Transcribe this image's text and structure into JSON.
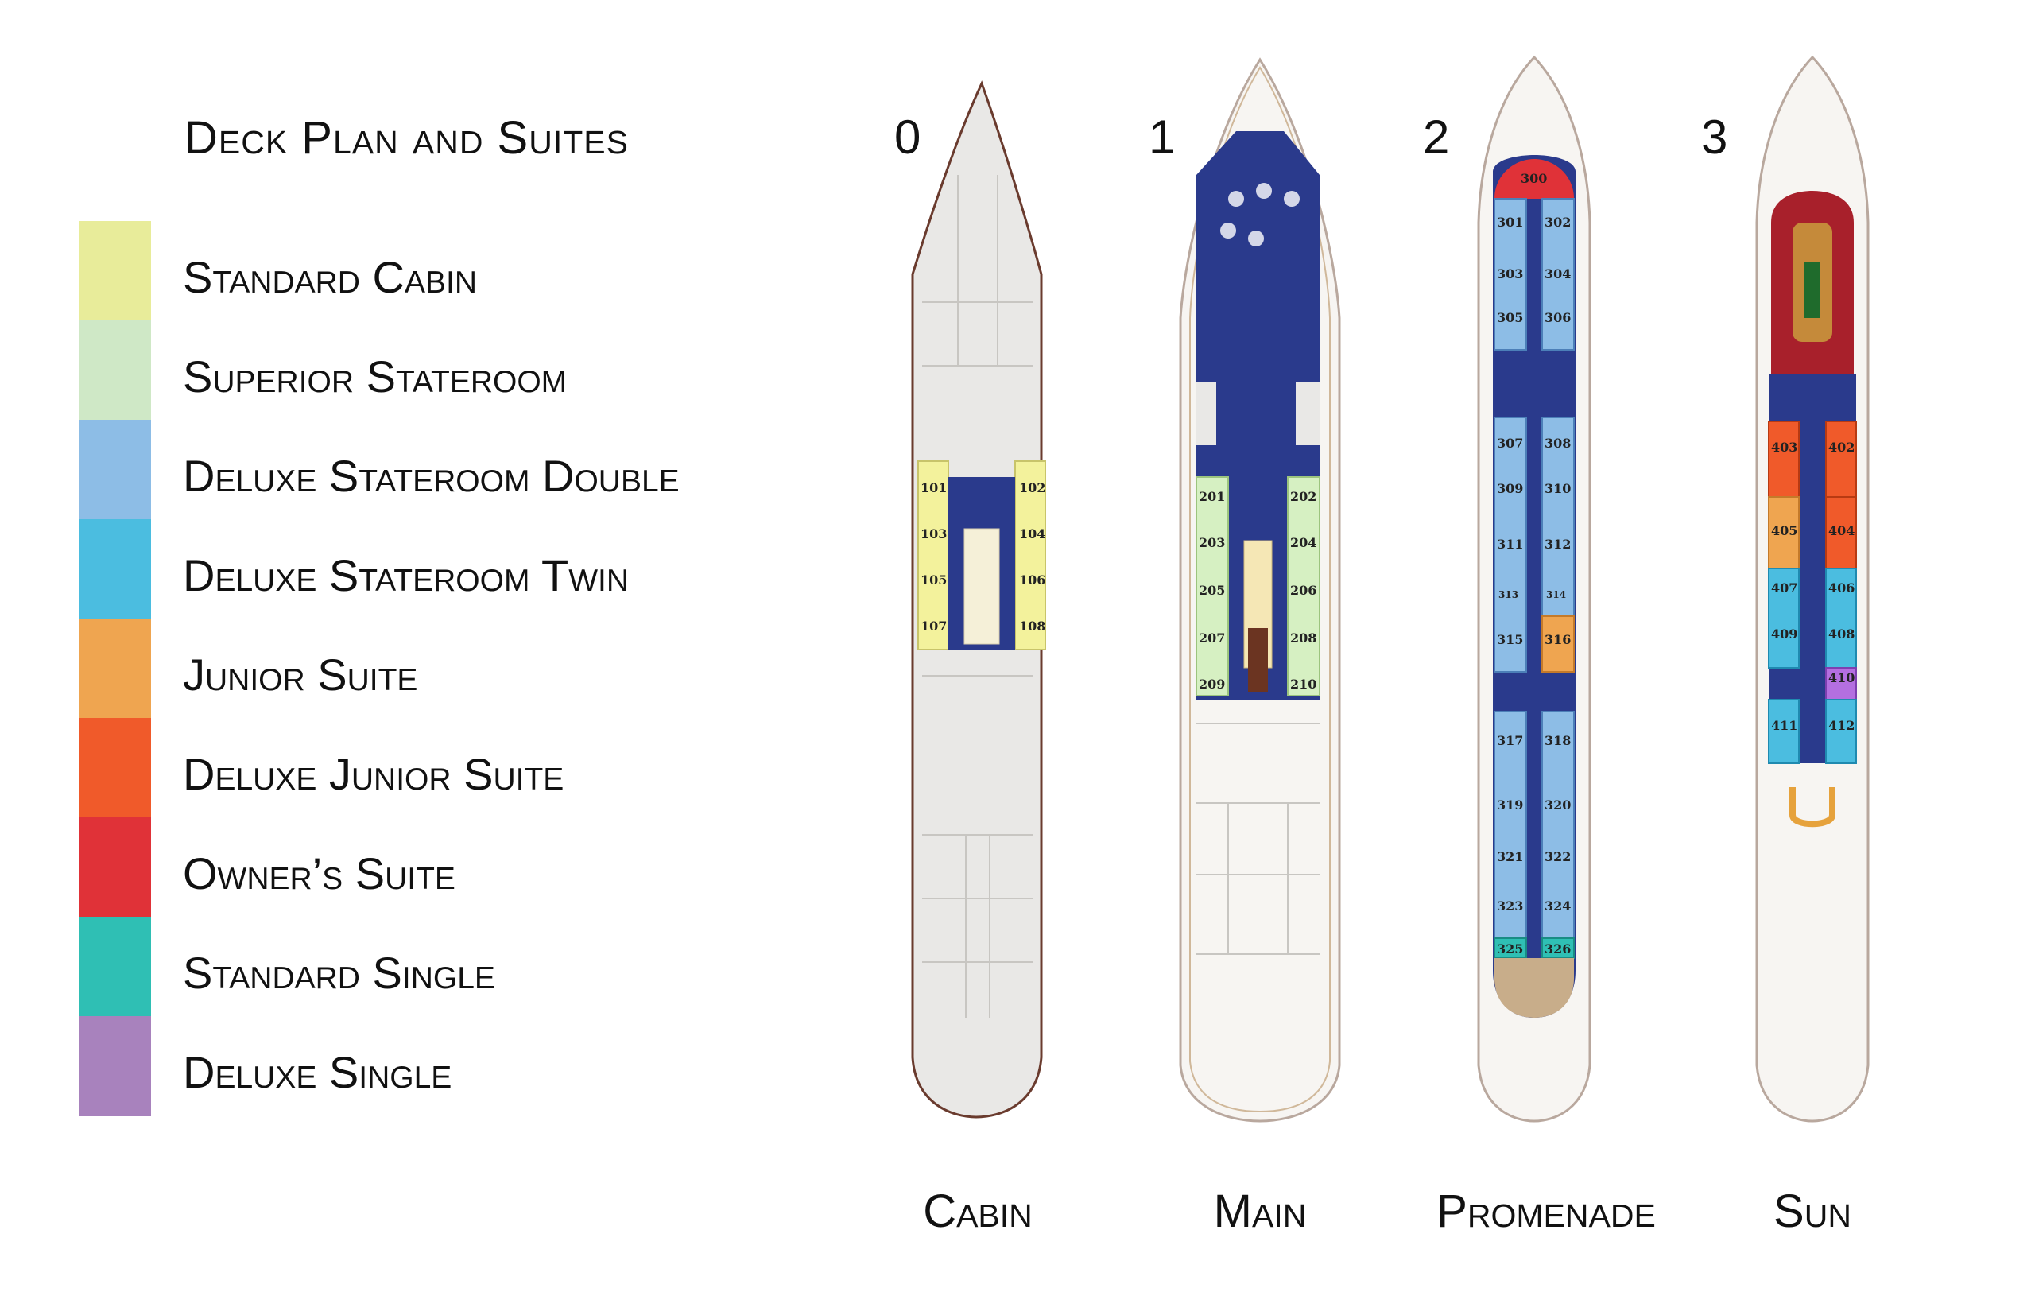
{
  "title": "Deck Plan and Suites",
  "legend": [
    {
      "label": "Standard Cabin",
      "color": "#e8ec9a"
    },
    {
      "label": "Superior Stateroom",
      "color": "#cfe8c6"
    },
    {
      "label": "Deluxe Stateroom Double",
      "color": "#8dbde6"
    },
    {
      "label": "Deluxe Stateroom Twin",
      "color": "#4bbde0"
    },
    {
      "label": "Junior Suite",
      "color": "#efa550"
    },
    {
      "label": "Deluxe Junior Suite",
      "color": "#f05a2a"
    },
    {
      "label": "Owner’s Suite",
      "color": "#e03238"
    },
    {
      "label": "Standard Single",
      "color": "#2fbfb4"
    },
    {
      "label": "Deluxe Single",
      "color": "#a882bd"
    }
  ],
  "decks": [
    {
      "number": "0",
      "name": "Cabin"
    },
    {
      "number": "1",
      "name": "Main"
    },
    {
      "number": "2",
      "name": "Promenade"
    },
    {
      "number": "3",
      "name": "Sun"
    }
  ],
  "cabins": {
    "deck0": [
      "101",
      "102",
      "103",
      "104",
      "105",
      "106",
      "107",
      "108"
    ],
    "deck1": [
      "201",
      "202",
      "203",
      "204",
      "205",
      "206",
      "207",
      "208",
      "209",
      "210"
    ],
    "deck2": [
      "300",
      "301",
      "302",
      "303",
      "304",
      "305",
      "306",
      "307",
      "308",
      "309",
      "310",
      "311",
      "312",
      "313",
      "314",
      "315",
      "316",
      "317",
      "318",
      "319",
      "320",
      "321",
      "322",
      "323",
      "324",
      "325",
      "326"
    ],
    "deck3": [
      "403",
      "402",
      "405",
      "404",
      "407",
      "406",
      "409",
      "408",
      "410",
      "411",
      "412"
    ]
  }
}
